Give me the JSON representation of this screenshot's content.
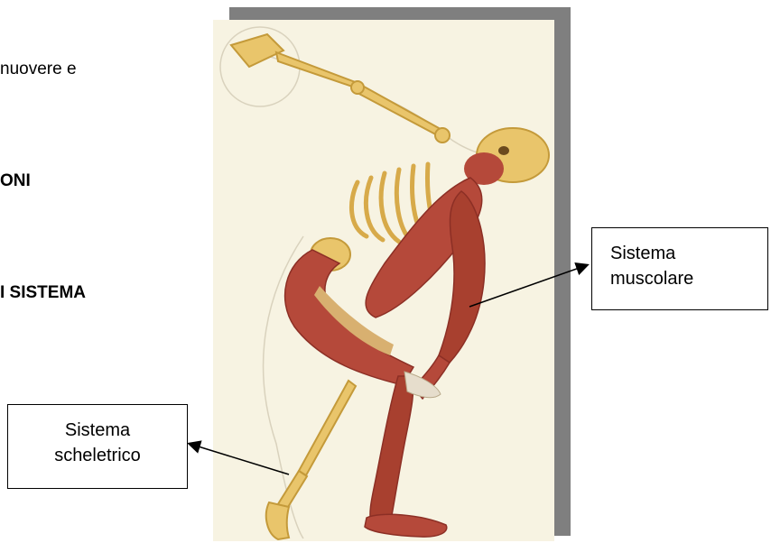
{
  "text_fragments": {
    "line1": "nuovere   e",
    "heading1": "ONI",
    "heading2": "I SISTEMA"
  },
  "callouts": {
    "muscular": {
      "line1": "Sistema",
      "line2": "muscolare"
    },
    "skeletal": {
      "line1": "Sistema",
      "line2": "scheletrico"
    }
  },
  "colors": {
    "muscle": "#b5493a",
    "muscle_dark": "#8c2f25",
    "bone": "#e9c56b",
    "bone_dark": "#c49a3a",
    "paper": "#f7f3e2",
    "shadow": "#7f7f7f"
  }
}
